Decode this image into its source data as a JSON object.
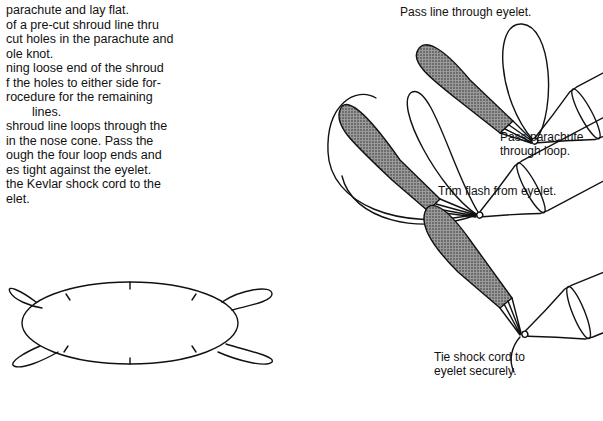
{
  "diagram": {
    "labels": [
      "parachute and lay flat.",
      "of a pre-cut shroud line thru",
      "cut holes in the parachute and",
      "ole knot.",
      "ning loose end of the shroud",
      "f the holes to either side for-",
      "rocedure for the remaining",
      "lines.",
      "shroud line loops through the",
      "in the nose cone. Pass the",
      "ough the four loop ends and",
      "es tight against the eyelet.",
      "the Kevlar shock cord to the",
      "elet.",
      "Pass line through eyelet.",
      "Pass parachute through loop.",
      "Trim flash from eyelet.",
      "Tie shock cord to eyelet securely."
    ]
  }
}
